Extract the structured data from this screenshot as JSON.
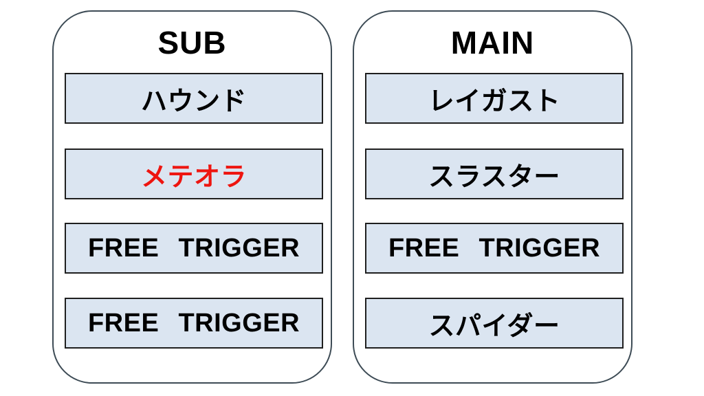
{
  "page": {
    "background": "#ffffff",
    "description_colors": {
      "slot_fill": "#dbe5f1",
      "slot_border": "#1f1f1f",
      "panel_border": "#3d4b55",
      "highlight_red": "#ee1510",
      "text_black": "#000000"
    }
  },
  "columns": [
    {
      "id": "sub",
      "title": "SUB",
      "slots": [
        {
          "label": "ハウンド",
          "color": "#000000"
        },
        {
          "label": "メテオラ",
          "color": "#ee1510"
        },
        {
          "label": "FREE TRIGGER",
          "color": "#000000"
        },
        {
          "label": "FREE TRIGGER",
          "color": "#000000"
        }
      ]
    },
    {
      "id": "main",
      "title": "MAIN",
      "slots": [
        {
          "label": "レイガスト",
          "color": "#000000"
        },
        {
          "label": "スラスター",
          "color": "#000000"
        },
        {
          "label": "FREE TRIGGER",
          "color": "#000000"
        },
        {
          "label": "スパイダー",
          "color": "#000000"
        }
      ]
    }
  ]
}
